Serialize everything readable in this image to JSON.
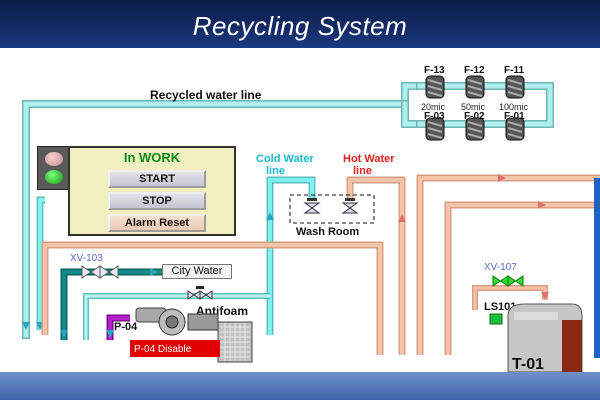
{
  "header": {
    "title": "Recycling System"
  },
  "pipes": {
    "recycled_water_line": "Recycled water line",
    "cold_water_line": "Cold Water\nline",
    "hot_water_line": "Hot Water\nline"
  },
  "filters": {
    "top": [
      "F-13",
      "F-12",
      "F-11"
    ],
    "bottom": [
      "F-03",
      "F-02",
      "F-01"
    ],
    "mesh": [
      "20mic",
      "50mic",
      "100mic"
    ]
  },
  "control_panel": {
    "status": "In WORK",
    "start_label": "START",
    "stop_label": "STOP",
    "alarm_reset_label": "Alarm Reset"
  },
  "wash_room": {
    "label": "Wash Room"
  },
  "valves": {
    "xv103": "XV-103",
    "xv107": "XV-107"
  },
  "city_water": {
    "label": "City Water"
  },
  "antifoam": {
    "label": "Antifoam"
  },
  "pump": {
    "id": "P-04",
    "disable_label": "P-04 Disable"
  },
  "level_switch": {
    "id": "LS101"
  },
  "tank": {
    "label": "T-01"
  },
  "colors": {
    "header_bg": "#132b66",
    "recycled_pipe": "#aeeeee",
    "hot_pipe": "#f5c3a8",
    "cold_pipe": "#7ff0f0",
    "city_pipe": "#0e8a8a",
    "antifoam_pipe": "#b022c8",
    "status_green": "#0a8a1a",
    "alarm_red": "#e00000"
  }
}
